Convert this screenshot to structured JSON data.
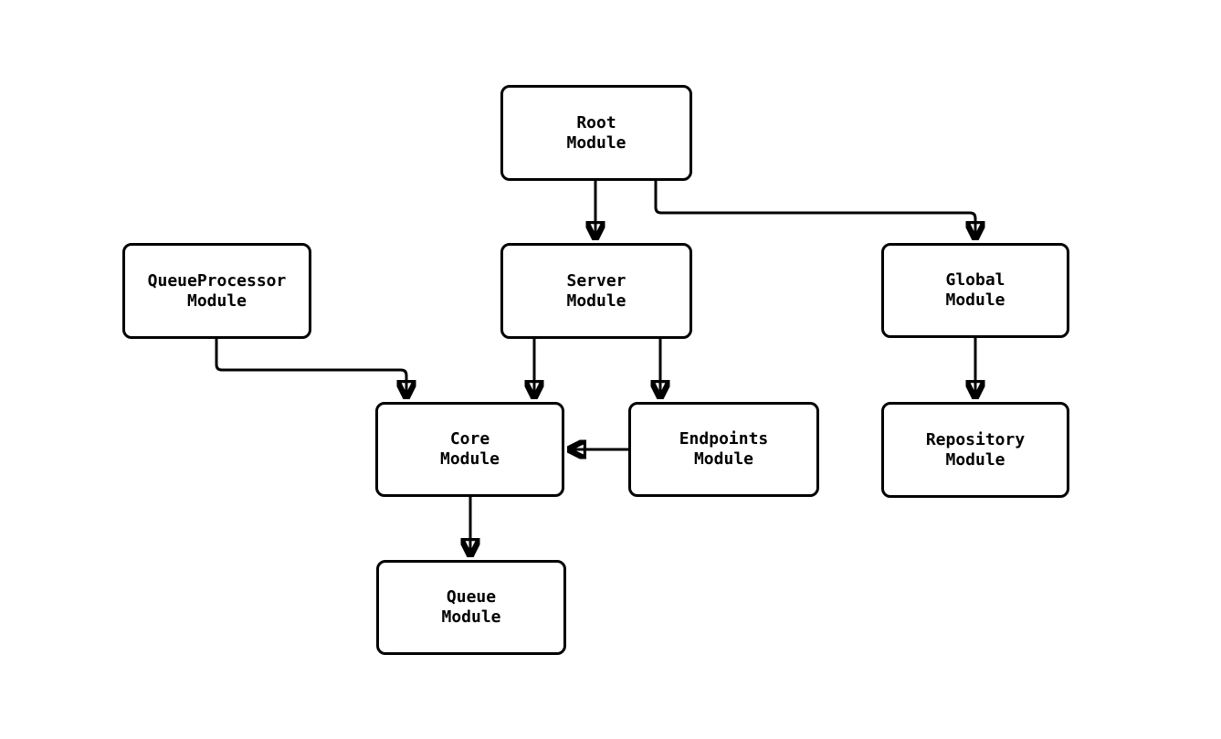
{
  "diagram": {
    "background_color": "#ffffff",
    "stroke_color": "#000000",
    "nodes": {
      "root": {
        "label": "Root\nModule"
      },
      "queueprocessor": {
        "label": "QueueProcessor\nModule"
      },
      "server": {
        "label": "Server\nModule"
      },
      "global": {
        "label": "Global\nModule"
      },
      "core": {
        "label": "Core\nModule"
      },
      "endpoints": {
        "label": "Endpoints\nModule"
      },
      "repository": {
        "label": "Repository\nModule"
      },
      "queue": {
        "label": "Queue\nModule"
      }
    },
    "edges": [
      {
        "from": "Root Module",
        "to": "Server Module"
      },
      {
        "from": "Root Module",
        "to": "Global Module"
      },
      {
        "from": "QueueProcessor Module",
        "to": "Core Module"
      },
      {
        "from": "Server Module",
        "to": "Core Module"
      },
      {
        "from": "Server Module",
        "to": "Endpoints Module"
      },
      {
        "from": "Endpoints Module",
        "to": "Core Module"
      },
      {
        "from": "Global Module",
        "to": "Repository Module"
      },
      {
        "from": "Core Module",
        "to": "Queue Module"
      }
    ]
  }
}
